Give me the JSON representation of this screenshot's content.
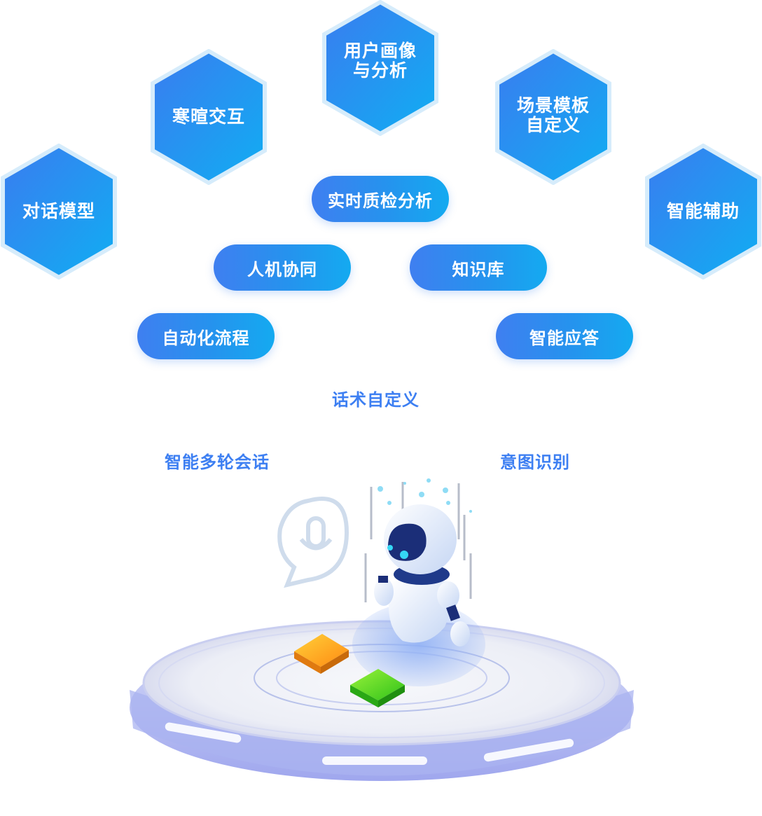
{
  "hexagons": [
    {
      "label": "对话模型"
    },
    {
      "label": "寒暄交互"
    },
    {
      "label": "用户画像\n与分析"
    },
    {
      "label": "场景模板\n自定义"
    },
    {
      "label": "智能辅助"
    }
  ],
  "pills": [
    {
      "label": "实时质检分析"
    },
    {
      "label": "人机协同"
    },
    {
      "label": "知识库"
    },
    {
      "label": "自动化流程"
    },
    {
      "label": "智能应答"
    }
  ],
  "features": {
    "script_custom": "话术自定义",
    "multi_turn": "智能多轮会话",
    "intent": "意图识别"
  },
  "colors": {
    "hex_start": "#3a7cf0",
    "hex_end": "#10aef2",
    "hex_border": "#d6ecfb",
    "text_blue": "#3d7ff2"
  }
}
